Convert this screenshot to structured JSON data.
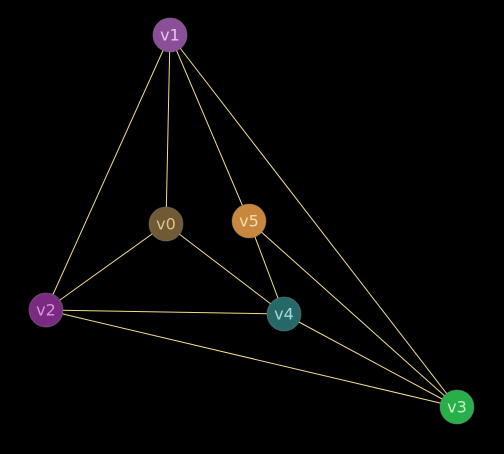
{
  "graph": {
    "background": "#000000",
    "edge_color": "#f2dd8c",
    "nodes": [
      {
        "id": "v0",
        "label": "v0",
        "fill": "#6f5a35",
        "text_color": "#d9c48a"
      },
      {
        "id": "v1",
        "label": "v1",
        "fill": "#8a4f98",
        "text_color": "#e8c6ef"
      },
      {
        "id": "v2",
        "label": "v2",
        "fill": "#7a2a82",
        "text_color": "#d79ad9"
      },
      {
        "id": "v3",
        "label": "v3",
        "fill": "#27b04a",
        "text_color": "#c8f0c8"
      },
      {
        "id": "v4",
        "label": "v4",
        "fill": "#256868",
        "text_color": "#a8d8d6"
      },
      {
        "id": "v5",
        "label": "v5",
        "fill": "#c8873c",
        "text_color": "#f3dcb6"
      }
    ],
    "edges": [
      [
        "v1",
        "v0"
      ],
      [
        "v1",
        "v2"
      ],
      [
        "v1",
        "v5"
      ],
      [
        "v1",
        "v3"
      ],
      [
        "v0",
        "v2"
      ],
      [
        "v0",
        "v4"
      ],
      [
        "v2",
        "v4"
      ],
      [
        "v2",
        "v3"
      ],
      [
        "v5",
        "v4"
      ],
      [
        "v5",
        "v3"
      ],
      [
        "v4",
        "v3"
      ]
    ]
  }
}
